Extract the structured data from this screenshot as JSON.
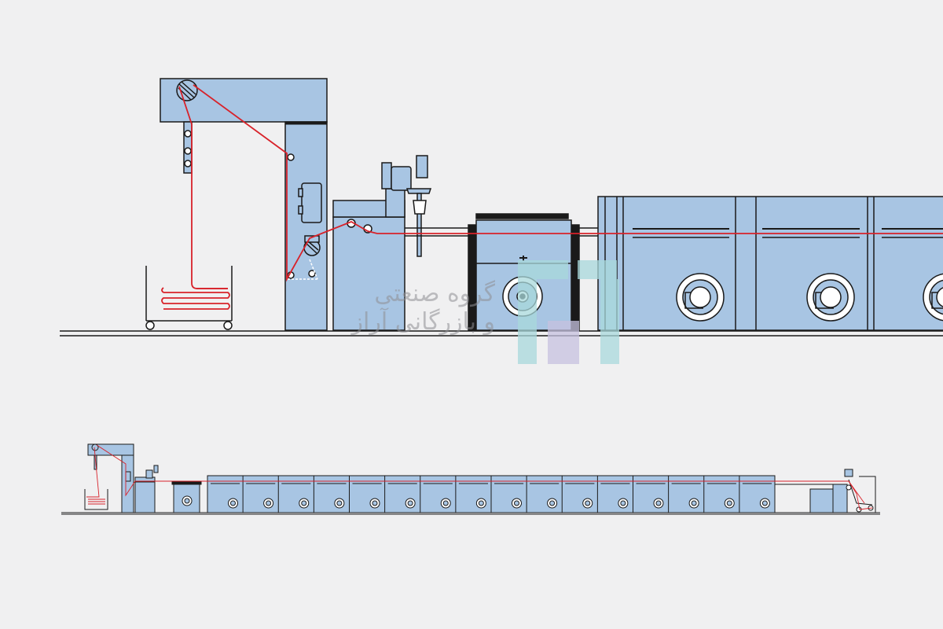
{
  "watermark": {
    "line1": "گروه صنعتی",
    "line2": "و بازرگانی آراز",
    "logo": "araz-logo-icon"
  },
  "colors": {
    "machine_fill": "#a8c5e3",
    "outline": "#1a1a1a",
    "fabric_path": "#d8222a",
    "background": "#f0f0f1",
    "logo": "#a9d9dc"
  },
  "diagram": {
    "views": [
      "detail-view",
      "overview-line"
    ],
    "overview_dryer_modules": 16
  }
}
